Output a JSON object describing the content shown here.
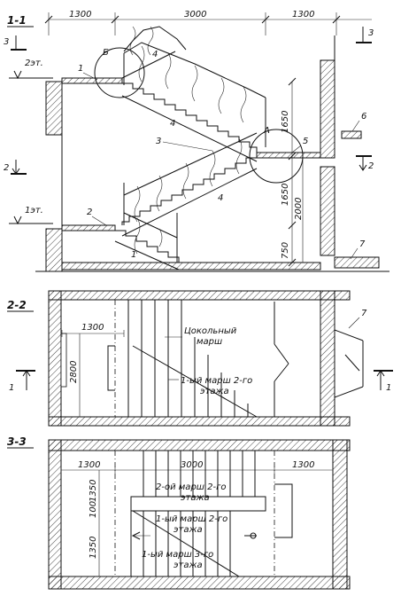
{
  "section_1_1": {
    "title": "1-1",
    "dims_top": [
      "1300",
      "3000",
      "1300"
    ],
    "floor_label_2": "2эт.",
    "floor_label_1": "1эт.",
    "cut_left_top": "3",
    "cut_right_top": "3",
    "cut_left_mid": "2",
    "cut_right_mid": "2",
    "callout_B": "Б",
    "callout_A": "А",
    "markers": [
      "1",
      "4",
      "4",
      "3",
      "4",
      "2",
      "1",
      "5",
      "6",
      "7"
    ],
    "dims_right": [
      "1650",
      "1650",
      "2000",
      "750"
    ]
  },
  "section_2_2": {
    "title": "2-2",
    "dim_top": "1300",
    "dim_left": "2800",
    "label_plinth_1": "Цокольный",
    "label_plinth_2": "марш",
    "label_first_1": "1-ый марш 2-го",
    "label_first_2": "этажа",
    "marker_7": "7",
    "cut_left": "1",
    "cut_right": "1"
  },
  "section_3_3": {
    "title": "3-3",
    "dims_top": [
      "1300",
      "3000",
      "1300"
    ],
    "dims_left": [
      "1350",
      "100",
      "1350"
    ],
    "label_second_1": "2-ой марш 2-го",
    "label_second_2": "этажа",
    "label_first_1": "1-ый марш 2-го",
    "label_first_2": "этажа",
    "label_third_1": "1-ый марш 3-го",
    "label_third_2": "этажа"
  }
}
